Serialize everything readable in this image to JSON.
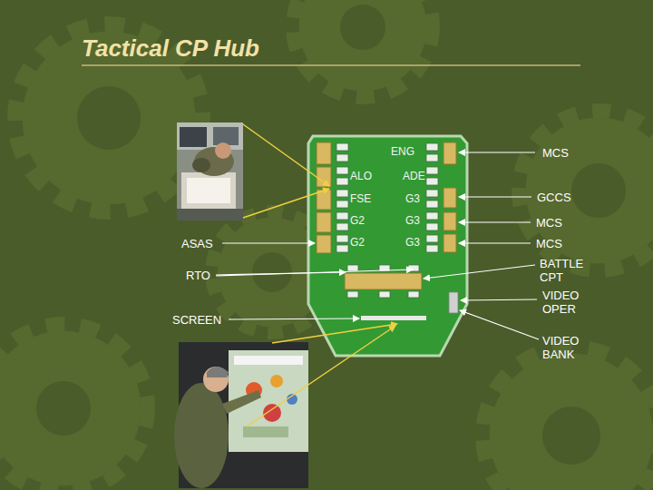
{
  "diagram": {
    "title": "Tactical CP Hub",
    "labels": [
      "ENG",
      "MCS",
      "ALO",
      "ADE",
      "FSE",
      "G3",
      "GCCS",
      "G2",
      "G3",
      "MCS",
      "ASAS",
      "G2",
      "G3",
      "MCS",
      "RTO",
      "BATTLE CPT",
      "VIDEO OPER",
      "SCREEN",
      "VIDEO BANK"
    ]
  }
}
